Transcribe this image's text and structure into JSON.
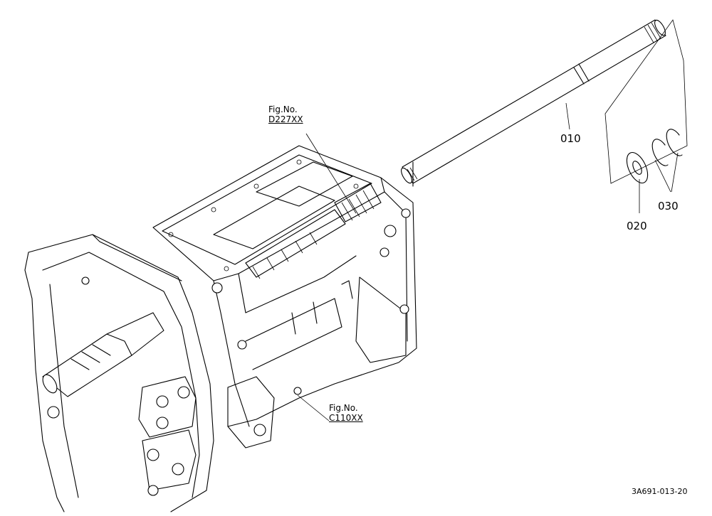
{
  "parts": [
    {
      "number": "010"
    },
    {
      "number": "020"
    },
    {
      "number": "030"
    }
  ],
  "figure_refs": [
    {
      "prefix": "Fig.No.",
      "code": "D227XX"
    },
    {
      "prefix": "Fig.No.",
      "code": "C110XX"
    }
  ],
  "drawing_number": "3A691-013-20"
}
